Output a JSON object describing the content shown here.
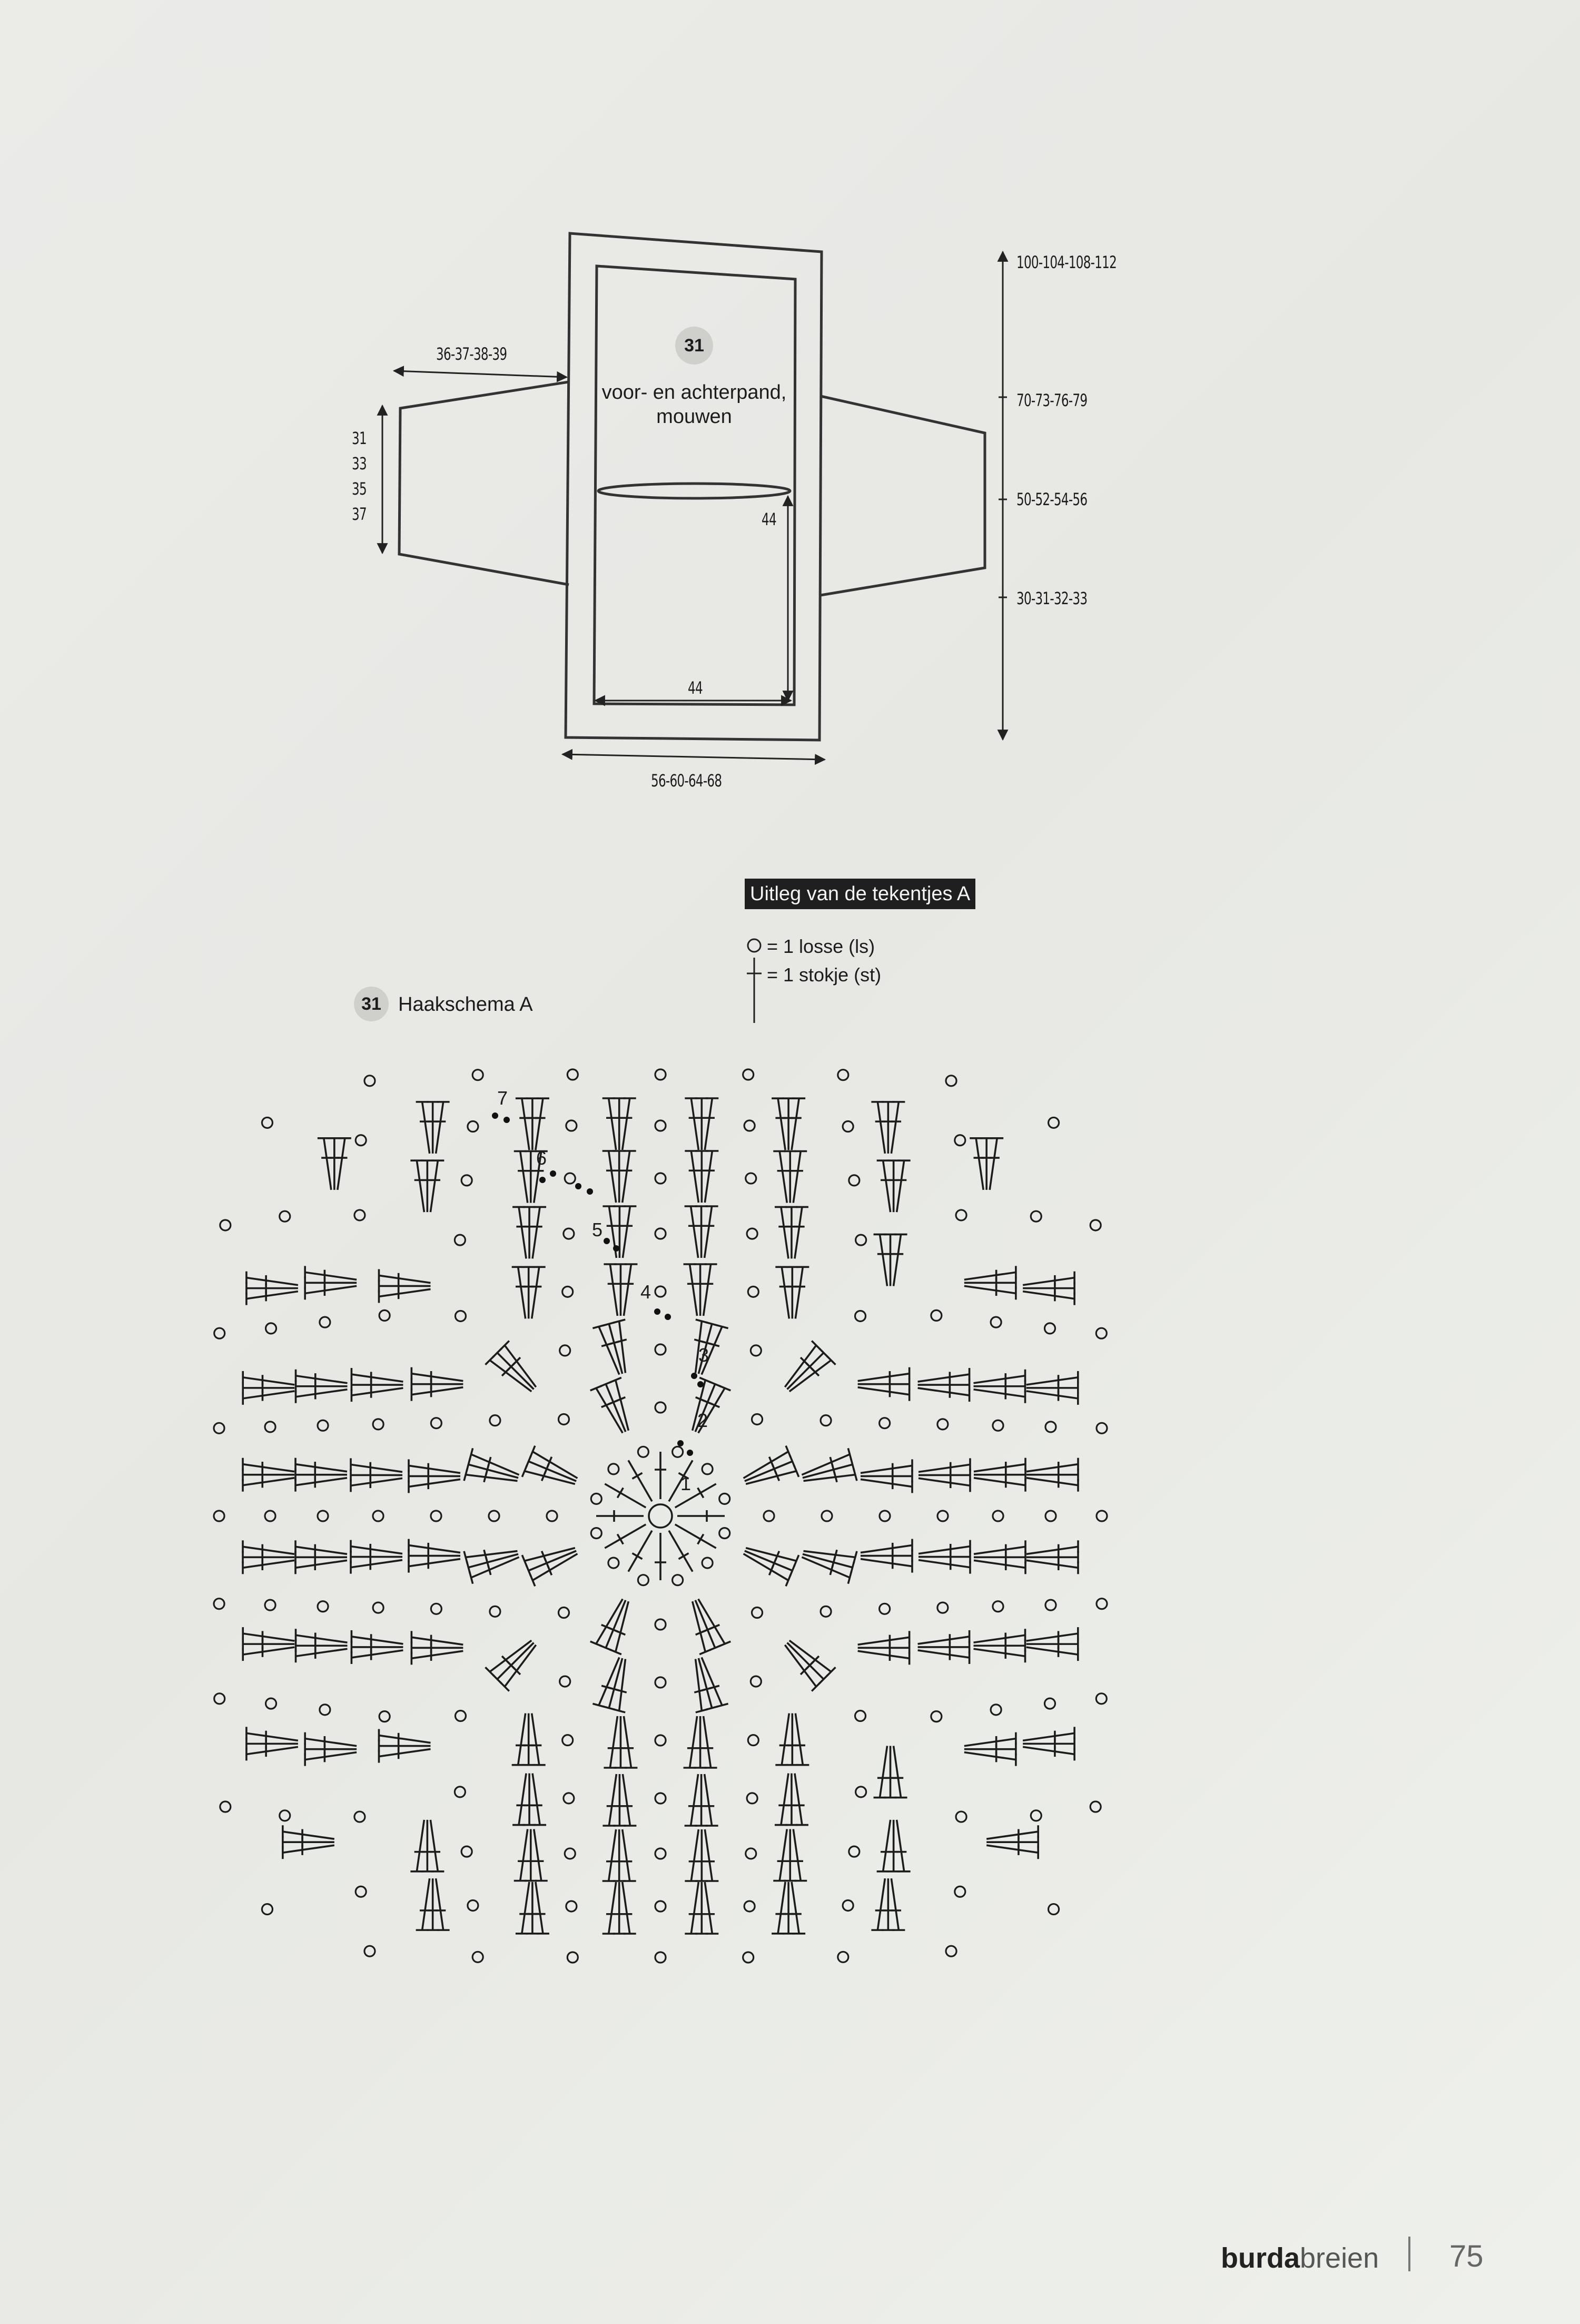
{
  "schematic": {
    "piece_number": "31",
    "piece_label_line1": "voor- en achterpand,",
    "piece_label_line2": "mouwen",
    "sleeve_length": "36-37-38-39",
    "sleeve_height": [
      "31",
      "33",
      "35",
      "37"
    ],
    "inner_depth": "44",
    "inner_width": "44",
    "bottom_width": "56-60-64-68",
    "right_dims": [
      "100-104-108-112",
      "70-73-76-79",
      "50-52-54-56",
      "30-31-32-33"
    ]
  },
  "legend": {
    "title": "Uitleg van de tekentjes A",
    "chain_text": "= 1 losse (ls)",
    "stitch_text": "= 1 stokje (st)",
    "chain_icon": "chain-circle-icon",
    "stitch_icon": "double-crochet-icon"
  },
  "chart": {
    "number": "31",
    "title": "Haakschema A",
    "rounds": [
      "1",
      "2",
      "3",
      "4",
      "5",
      "6",
      "7"
    ],
    "stitch_icon": "double-crochet-icon",
    "chain_icon": "chain-circle-icon",
    "slip_icon": "slip-stitch-dot-icon"
  },
  "footer": {
    "brand_bold": "burda",
    "brand_light": "breien",
    "page": "75"
  },
  "colors": {
    "paper": "#ebebe8",
    "ink": "#1c1c1c",
    "badge": "#cfd0cc",
    "legend_bg": "#1f1f1f"
  }
}
